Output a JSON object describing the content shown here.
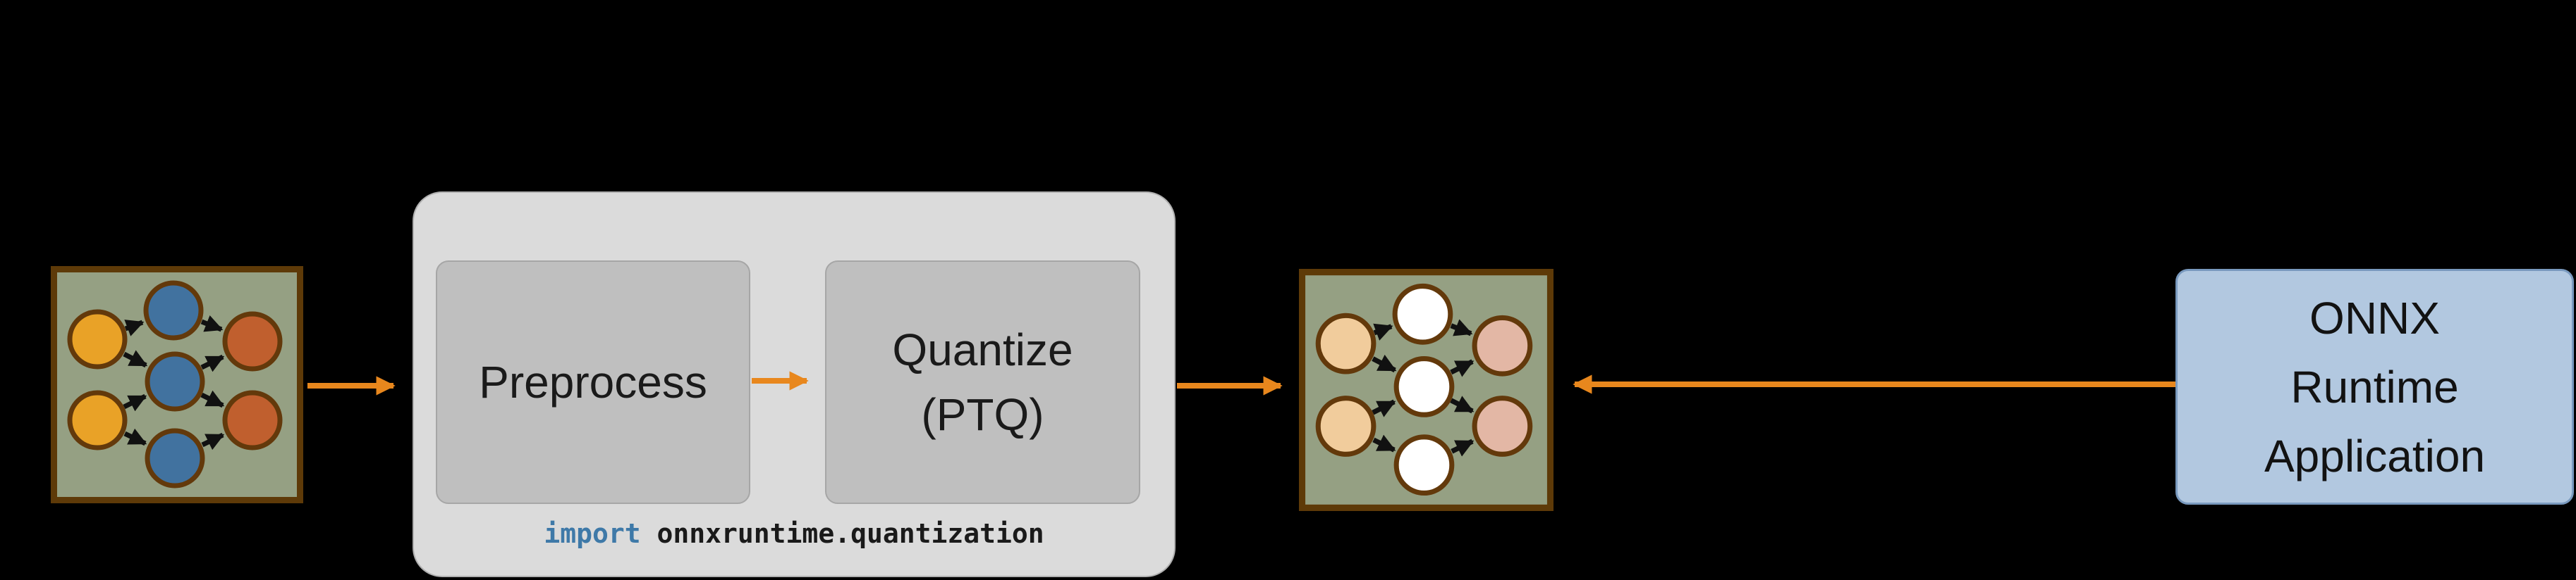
{
  "colors": {
    "background": "#000000",
    "arrow_orange": "#e8871d",
    "pipeline_box_fill": "#dbdbdb",
    "pipeline_box_border": "#b0b0b0",
    "step_box_fill": "#bfbfbf",
    "step_box_border": "#a6a6a6",
    "app_box_fill": "#b2c8e0",
    "app_box_border": "#7999be",
    "icon_bg": "#95a083",
    "icon_border": "#5e3a08",
    "node_stroke": "#63390b",
    "icon_arrow": "#111111",
    "code_keyword": "#3e79a8",
    "code_text": "#1a1a1a"
  },
  "icons": {
    "input_model": {
      "name": "neural-network-model-icon",
      "left_nodes": "#e9a227",
      "mid_nodes": "#41729f",
      "right_nodes": "#c05f2e"
    },
    "quantized_model": {
      "name": "quantized-neural-network-model-icon",
      "left_nodes": "#f1cc9c",
      "mid_nodes": "#ffffff",
      "right_nodes": "#e3b7a5"
    }
  },
  "pipeline": {
    "step1_label": "Preprocess",
    "step2_label_line1": "Quantize",
    "step2_label_line2": "(PTQ)",
    "code_keyword": "import",
    "code_rest": " onnxruntime.quantization"
  },
  "app_box": {
    "line1": "ONNX",
    "line2": "Runtime",
    "line3": "Application"
  }
}
